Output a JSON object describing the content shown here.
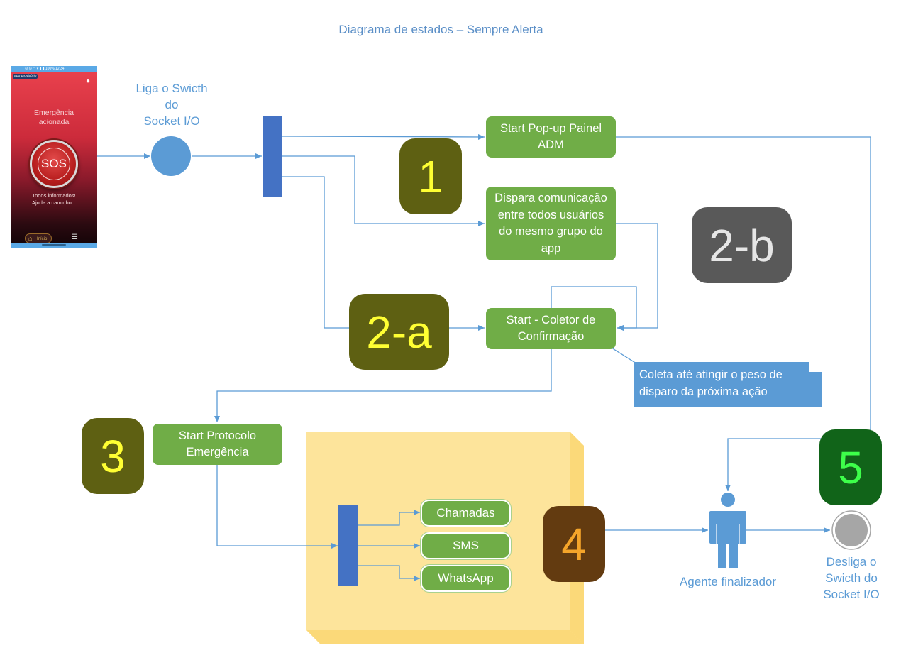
{
  "title": "Diagrama de estados – Sempre Alerta",
  "phone": {
    "status": "⊙ ⊙ ◻ ▾ ▮ ▮ 100% 12:34",
    "app_chip": "app provisório",
    "heading_line1": "Emergência",
    "heading_line2": "acionada",
    "sos_label": "SOS",
    "msg_line1": "Todos informados!",
    "msg_line2": "Ajuda a caminho...",
    "nav_home": "Início"
  },
  "start_node": {
    "line1": "Liga o Swicth",
    "line2": "do",
    "line3": "Socket I/O"
  },
  "states": {
    "popup": {
      "line1": "Start Pop-up Painel",
      "line2": "ADM"
    },
    "dispatch": {
      "line1": "Dispara comunicação",
      "line2": "entre todos usuários",
      "line3": "do mesmo grupo do",
      "line4": "app"
    },
    "collector": {
      "line1": "Start - Coletor de",
      "line2": "Confirmação"
    },
    "protocol": {
      "line1": "Start Protocolo",
      "line2": "Emergência"
    }
  },
  "note": {
    "line1": "Coleta até atingir o peso de",
    "line2": "disparo da próxima ação"
  },
  "channels": [
    "Chamadas",
    "SMS",
    "WhatsApp"
  ],
  "badges": {
    "b1": "1",
    "b2a": "2-a",
    "b2b": "2-b",
    "b3": "3",
    "b4": "4",
    "b5": "5"
  },
  "actor_label": "Agente finalizador",
  "end_node": {
    "line1": "Desliga o",
    "line2": "Swicth do",
    "line3": "Socket I/O"
  },
  "colors": {
    "state_fill": "#70ad47",
    "connector": "#5b9bd5",
    "fork_bar": "#4472c4",
    "note_fill": "#5b9bd5",
    "group_fill": "#fde49b",
    "badge_olive": "#5e6012",
    "badge_olive_text": "#ffff33",
    "badge_gray": "#595959",
    "badge_brown": "#633b10",
    "badge_brown_text": "#f5a52a",
    "badge_green": "#116419",
    "badge_green_text": "#3dff4a"
  }
}
